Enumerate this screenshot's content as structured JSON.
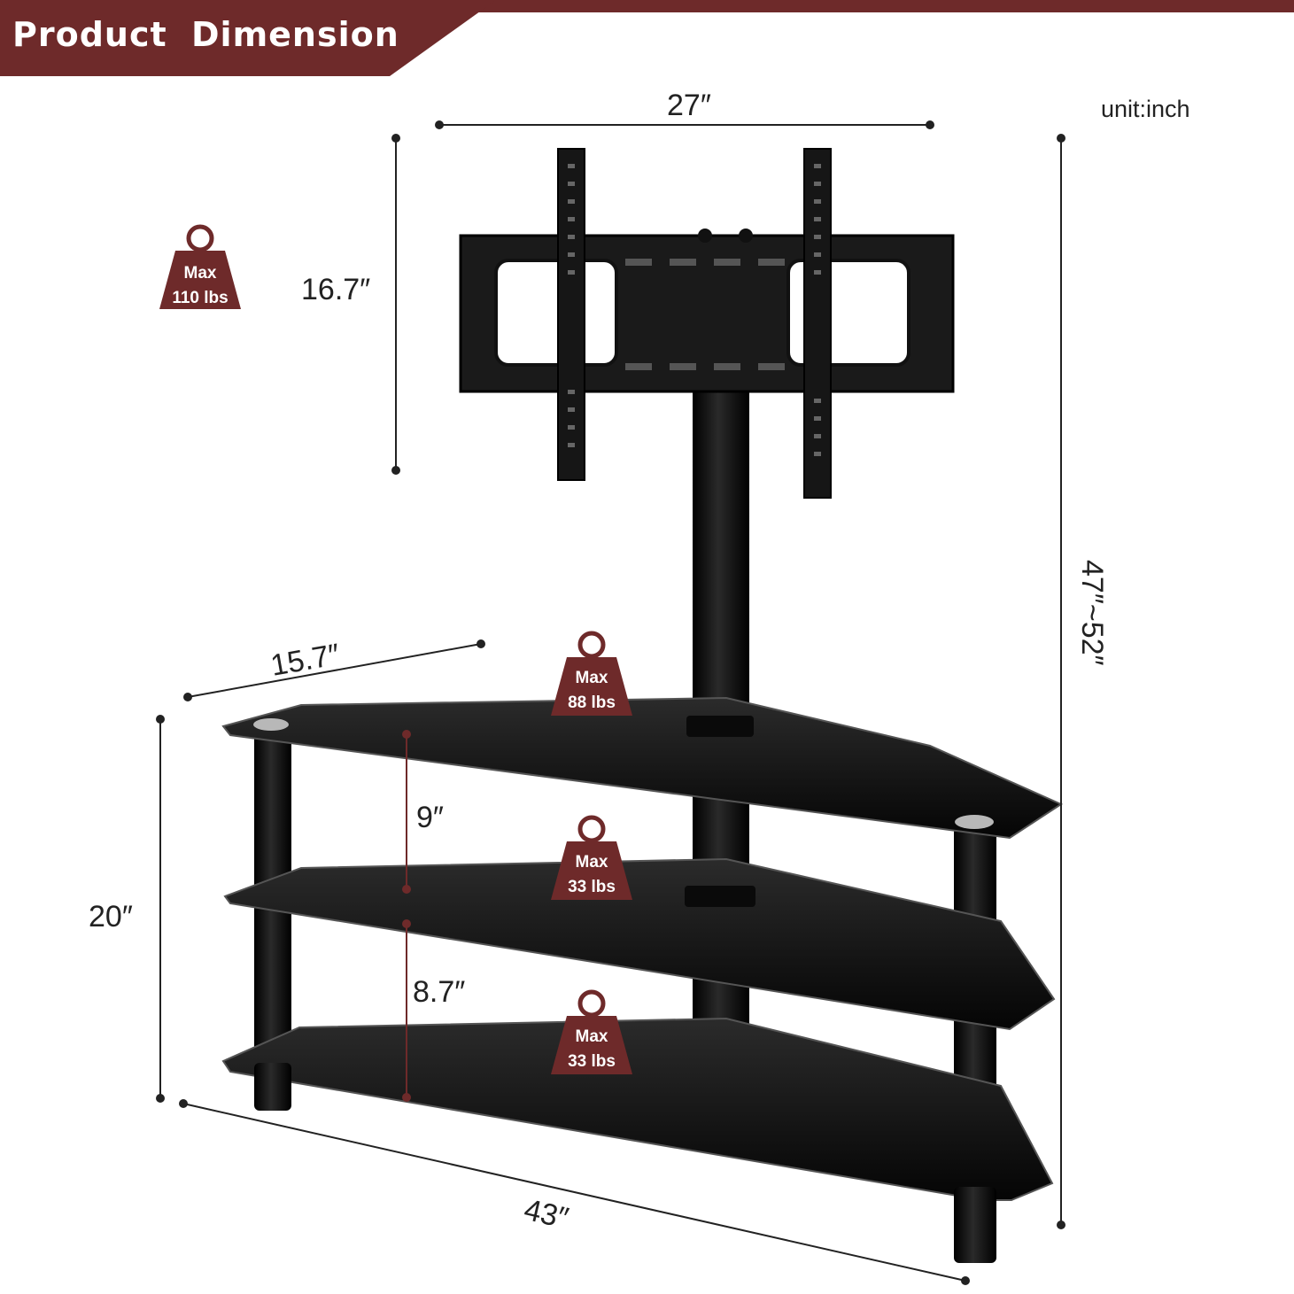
{
  "header": {
    "title_word1": "Product",
    "title_word2": "Dimension"
  },
  "unit": "unit:inch",
  "dimensions": {
    "width_mount": "27″",
    "height_mount": "16.7″",
    "total_height": "47″~52″",
    "depth": "15.7″",
    "stand_height": "20″",
    "gap_top": "9″",
    "gap_bottom": "8.7″",
    "stand_width": "43″"
  },
  "load_badges": [
    {
      "line1": "Max",
      "line2": "110 lbs"
    },
    {
      "line1": "Max",
      "line2": "88 lbs"
    },
    {
      "line1": "Max",
      "line2": "33 lbs"
    },
    {
      "line1": "Max",
      "line2": "33 lbs"
    }
  ],
  "colors": {
    "accent": "#6e2a2a",
    "product": "#111111",
    "glass_edge": "#3a3a3a",
    "text": "#222222"
  },
  "icons": [
    "weight-icon"
  ]
}
